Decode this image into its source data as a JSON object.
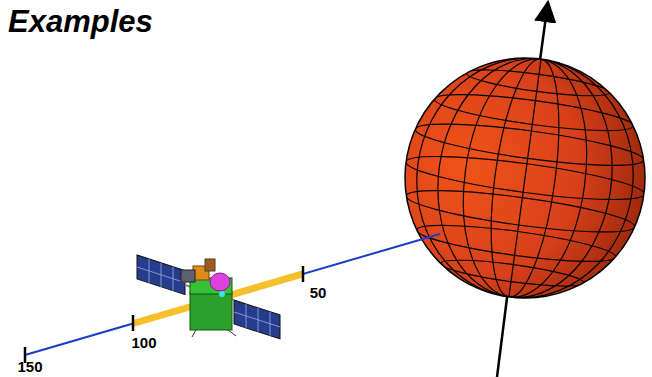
{
  "diagram": {
    "title": "Examples",
    "labels": [
      "150",
      "100",
      "50"
    ]
  }
}
